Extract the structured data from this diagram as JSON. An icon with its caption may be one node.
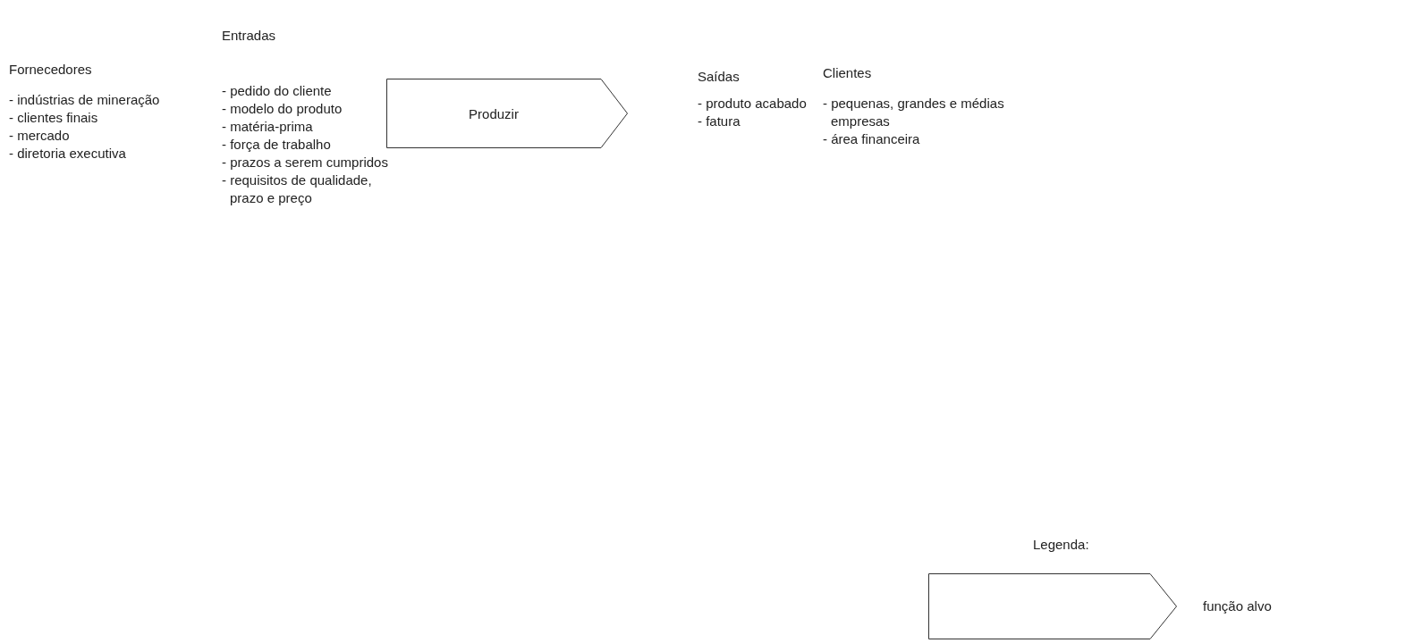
{
  "diagram": {
    "nodes": [
      {
        "text": [
          "Produzir"
        ]
      }
    ],
    "edges": [],
    "labels": [
      "Fornecedores",
      "- indústrias de mineração",
      "- clientes finais",
      "- mercado",
      "- diretoria executiva",
      "Entradas",
      "- pedido do cliente",
      "- modelo do produto",
      "- matéria-prima",
      "- força de trabalho",
      "- prazos a serem cumpridos",
      "- requisitos de qualidade, prazo e preço",
      "Saídas",
      "- produto acabado",
      "- fatura",
      "Clientes",
      "- pequenas, grandes e médias empresas",
      "- área financeira",
      "Legenda:"
    ],
    "legend": [
      {
        "text": "função alvo"
      }
    ]
  }
}
